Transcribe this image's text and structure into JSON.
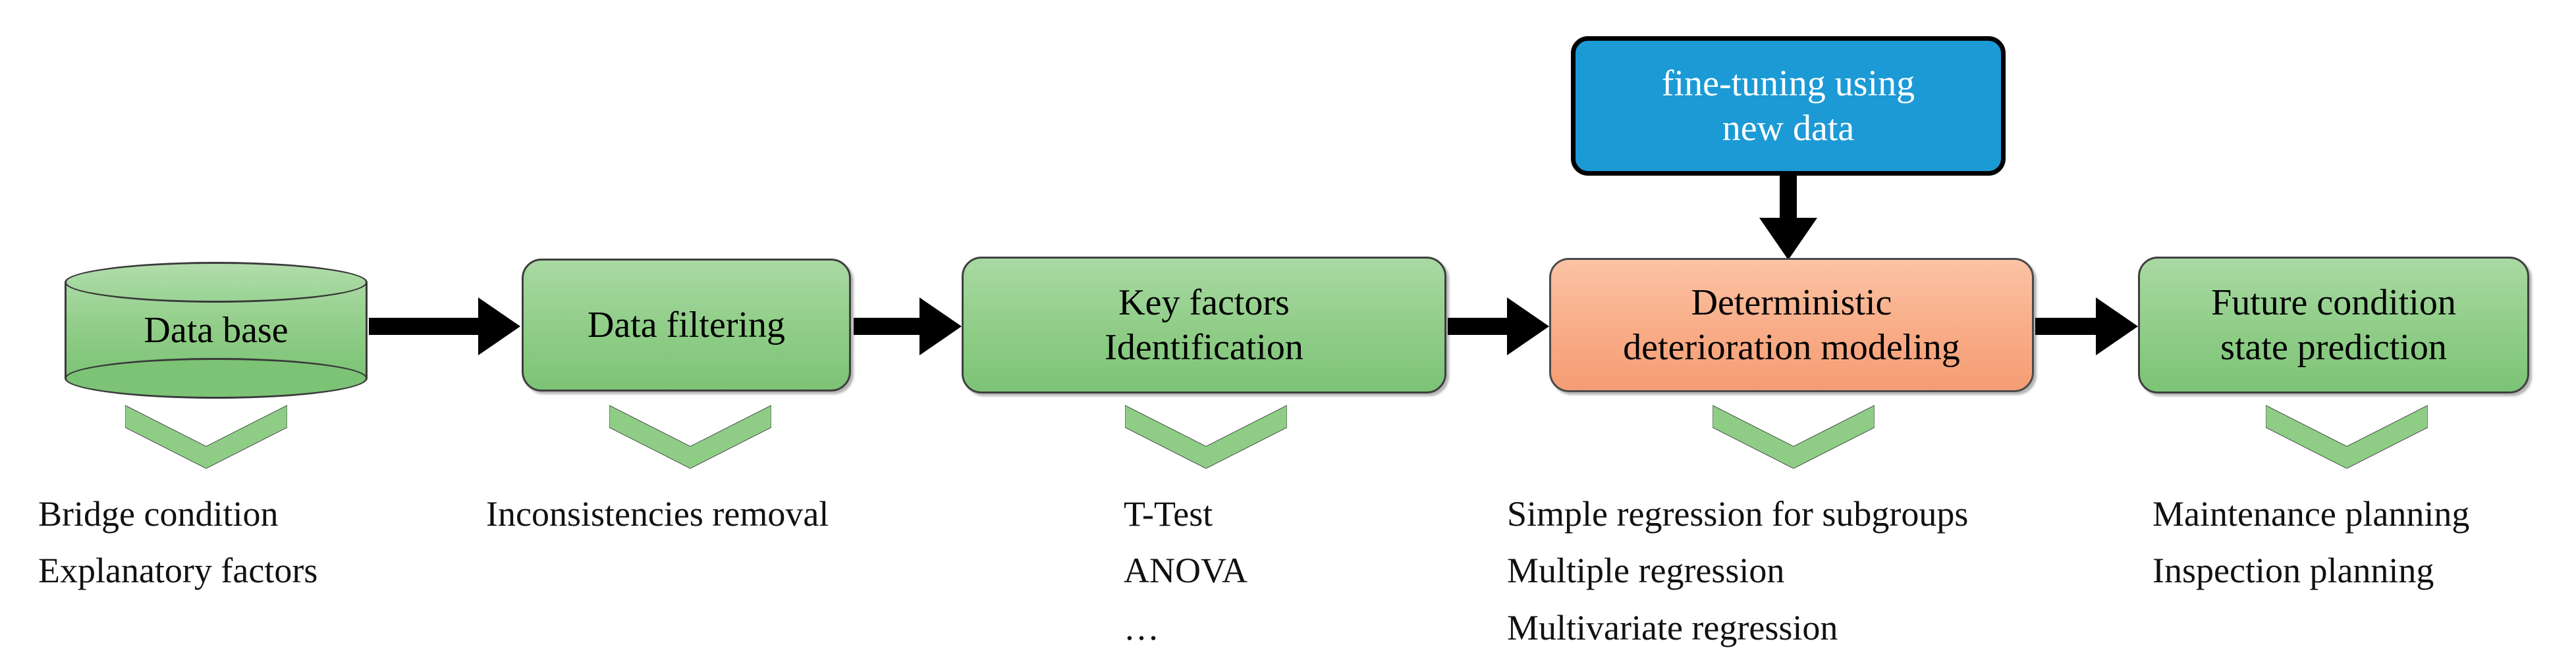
{
  "diagram": {
    "title": "Bridge deterioration modeling workflow",
    "colors": {
      "green_fill": "#8fcd87",
      "orange_fill": "#f8aa84",
      "blue_fill": "#1c9ad6",
      "arrow": "#000000",
      "chevron_fill": "#8fcd87",
      "outline": "#3f3f3f",
      "text": "#000000",
      "blue_text": "#ffffff"
    },
    "nodes": [
      {
        "id": "database",
        "shape": "cylinder",
        "label_lines": [
          "Data base"
        ]
      },
      {
        "id": "data-filtering",
        "shape": "rounded-rect",
        "label_lines": [
          "Data filtering"
        ]
      },
      {
        "id": "key-factors",
        "shape": "rounded-rect",
        "label_lines": [
          "Key factors",
          "Identification"
        ]
      },
      {
        "id": "deterministic",
        "shape": "rounded-rect",
        "label_lines": [
          "Deterministic",
          "deterioration modeling"
        ]
      },
      {
        "id": "future-state",
        "shape": "rounded-rect",
        "label_lines": [
          "Future condition",
          "state prediction"
        ]
      }
    ],
    "side_node": {
      "id": "fine-tuning",
      "shape": "rounded-rect",
      "label_lines": [
        "fine-tuning using",
        "new data"
      ],
      "connects_to": "deterministic"
    },
    "captions": [
      {
        "for": "database",
        "lines": [
          "Bridge condition",
          "Explanatory factors"
        ]
      },
      {
        "for": "data-filtering",
        "lines": [
          "Inconsistencies removal"
        ]
      },
      {
        "for": "key-factors",
        "lines": [
          "T-Test",
          "ANOVA",
          "…"
        ]
      },
      {
        "for": "deterministic",
        "lines": [
          "Simple regression for subgroups",
          "Multiple regression",
          "Multivariate regression"
        ]
      },
      {
        "for": "future-state",
        "lines": [
          "Maintenance planning",
          "Inspection planning"
        ]
      }
    ]
  }
}
